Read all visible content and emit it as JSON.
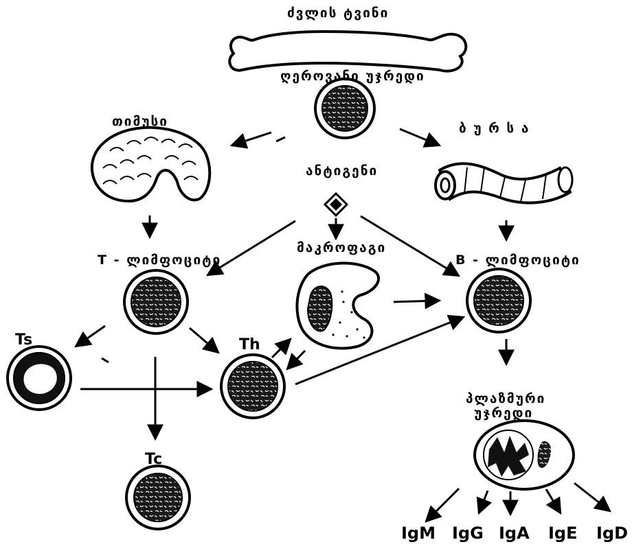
{
  "labels": {
    "bone_marrow": "ძვლის ტვინი",
    "stem_cell": "ღეროვანი უჯრედი",
    "thymus": "თიმუსი",
    "bursa": "ბ უ რ ს ა",
    "antigen": "ანტიგენი",
    "t_lymphocytes": "T - ლიმფოციტი",
    "macrophages": "მაკროფაგი",
    "b_lymphocytes": "B - ლიმფოციტი",
    "ts": "Ts",
    "th": "Th",
    "tc": "Tc",
    "plasma_cell_line1": "პლაზმური",
    "plasma_cell_line2": "უჯრედი"
  },
  "immunoglobulins": [
    "IgM",
    "IgG",
    "IgA",
    "IgE",
    "IgD"
  ]
}
